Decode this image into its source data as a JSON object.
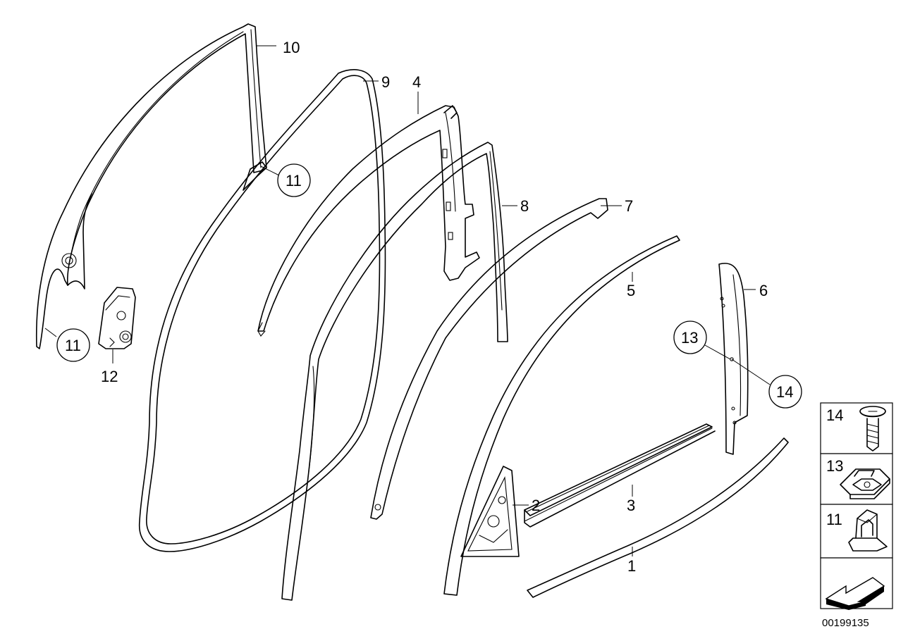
{
  "callouts": {
    "c1": "1",
    "c2": "2",
    "c3": "3",
    "c4": "4",
    "c5": "5",
    "c6": "6",
    "c7": "7",
    "c8": "8",
    "c9": "9",
    "c10": "10",
    "c11a": "11",
    "c11b": "11",
    "c12": "12",
    "c13": "13",
    "c14": "14"
  },
  "legend": {
    "items": [
      {
        "number": "14",
        "icon": "screw-icon"
      },
      {
        "number": "13",
        "icon": "clip-nut-icon"
      },
      {
        "number": "11",
        "icon": "spring-clip-icon"
      }
    ],
    "direction_icon": "direction-arrow-icon"
  },
  "diagram_number": "00199135"
}
